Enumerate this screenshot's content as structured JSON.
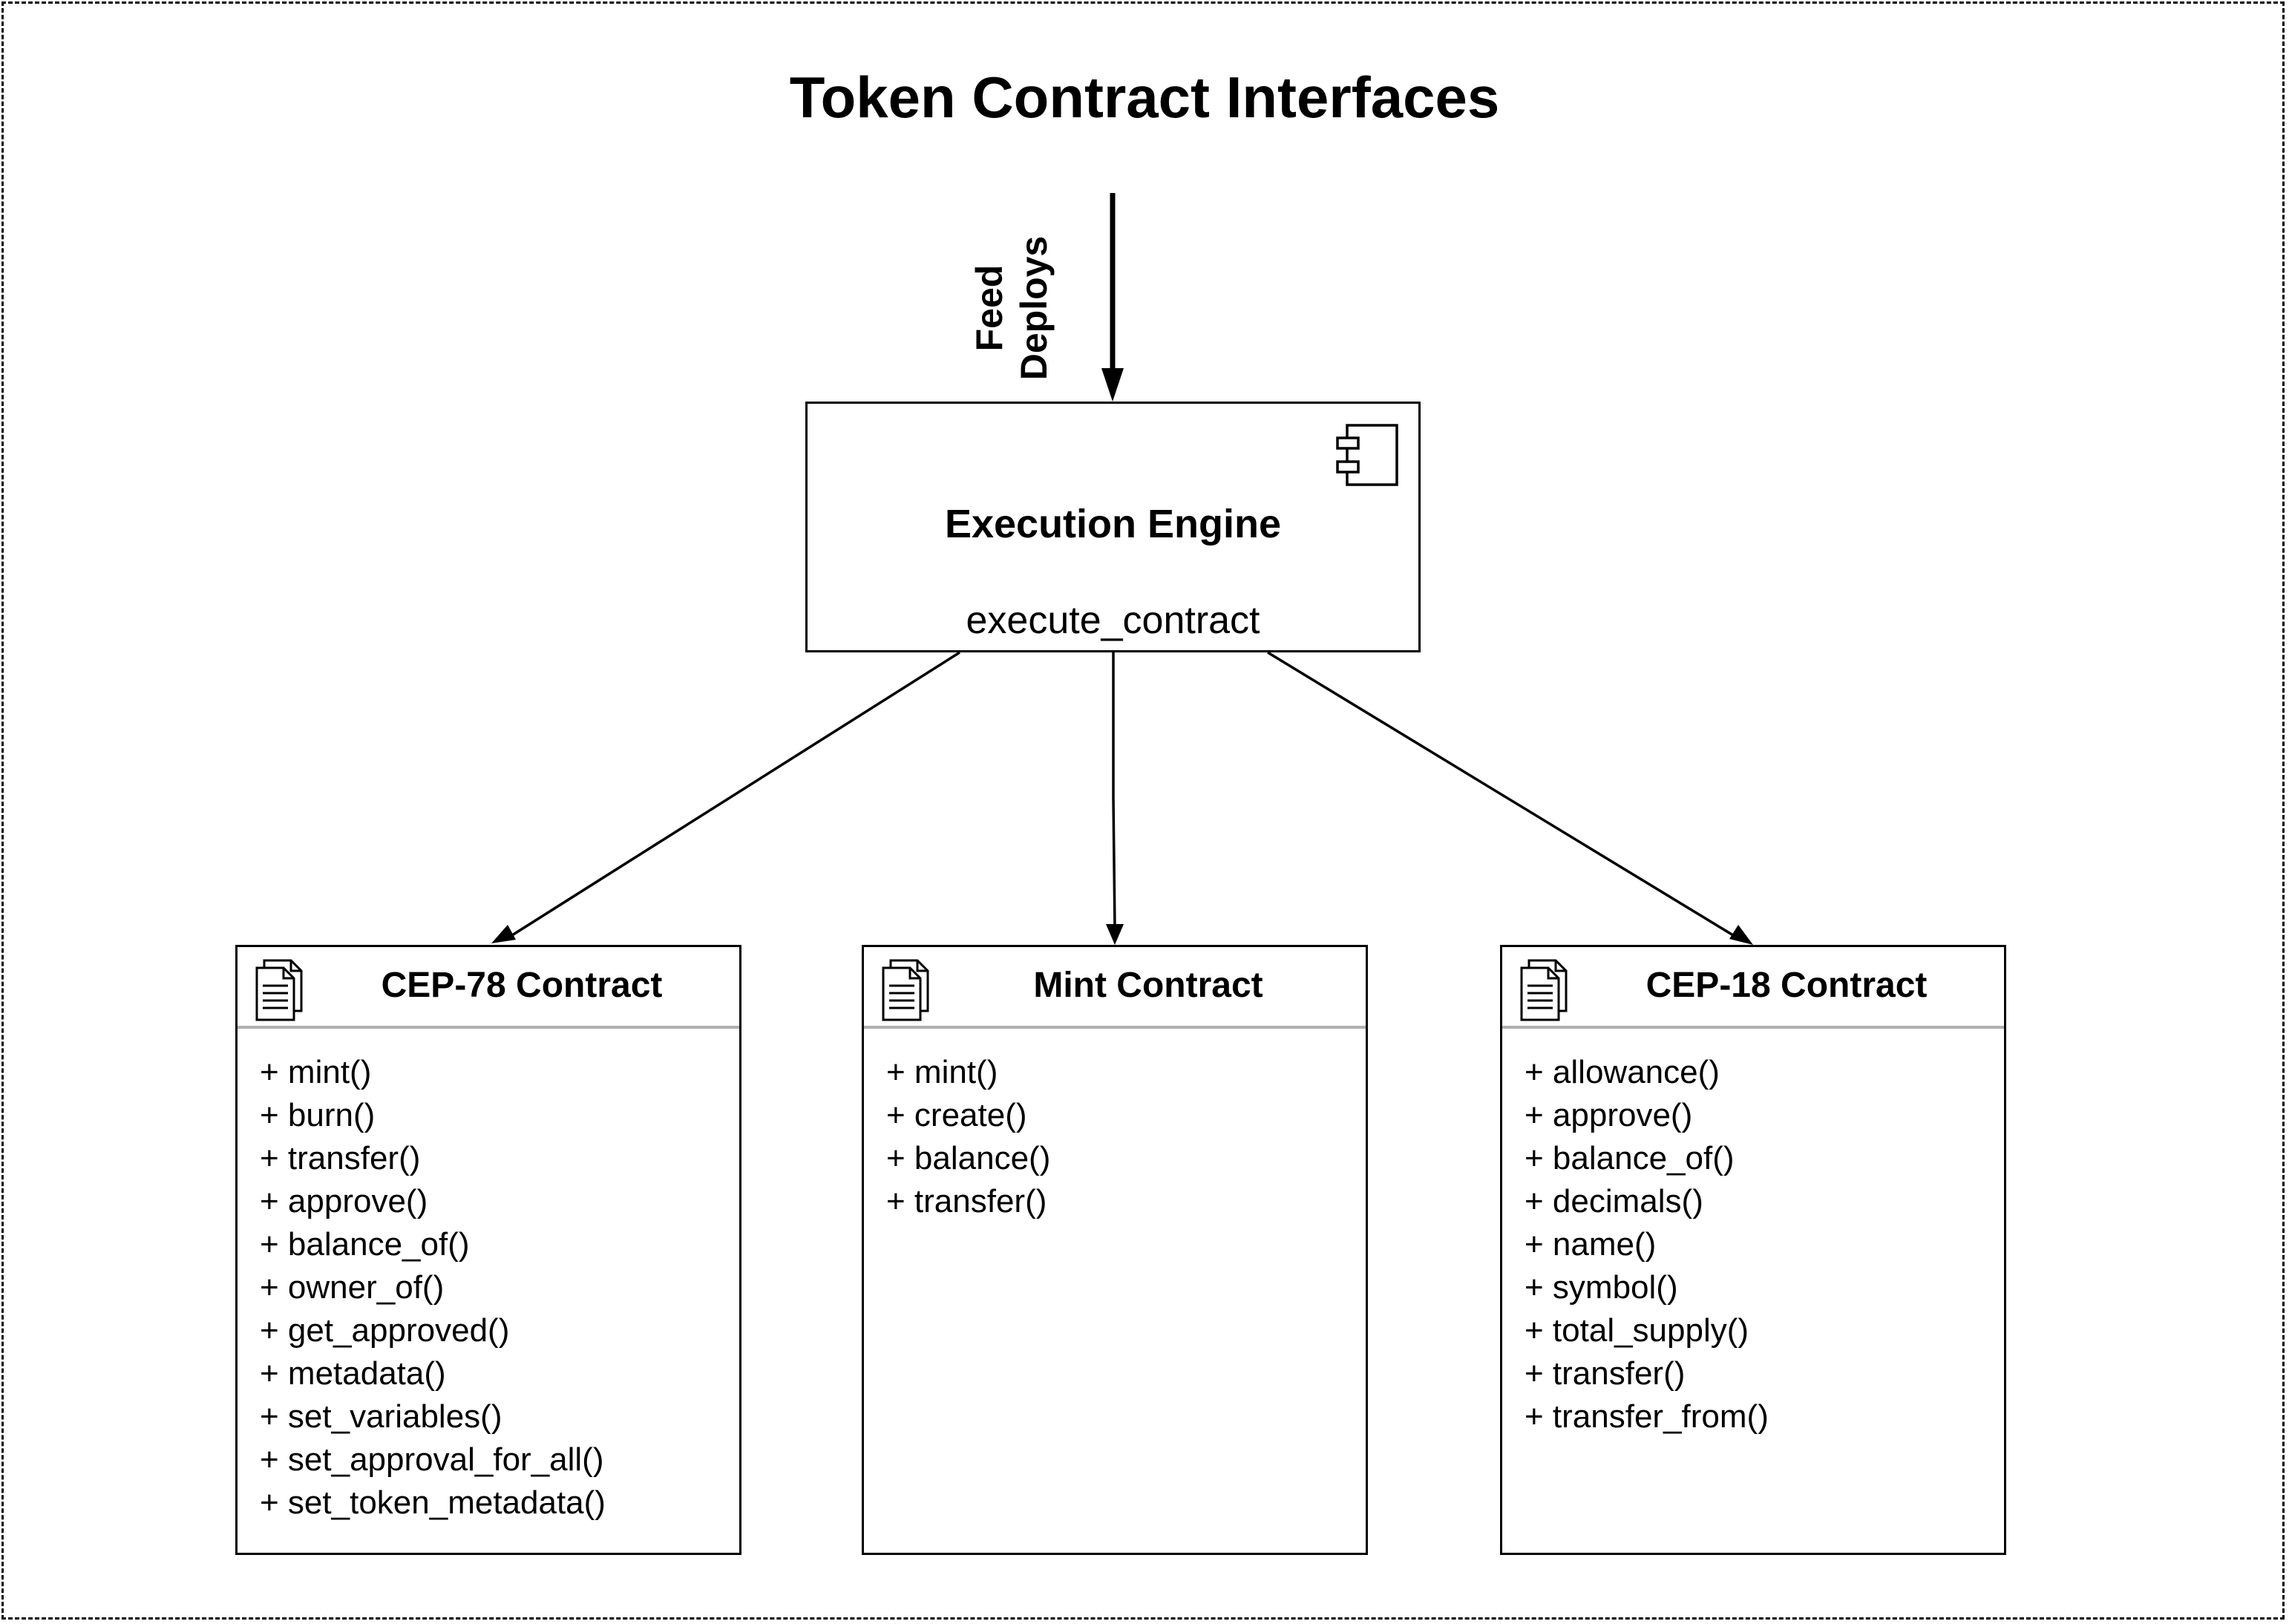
{
  "title": "Token Contract Interfaces",
  "input_arrow": {
    "label_lines": [
      "Feed",
      "Deploys"
    ]
  },
  "engine": {
    "name": "Execution Engine",
    "operation": "execute_contract",
    "icon": "component-icon"
  },
  "contracts": [
    {
      "name": "CEP-78 Contract",
      "icon": "document-icon",
      "operations": [
        "mint()",
        "burn()",
        "transfer()",
        "approve()",
        "balance_of()",
        "owner_of()",
        "get_approved()",
        "metadata()",
        "set_variables()",
        "set_approval_for_all()",
        "set_token_metadata()"
      ]
    },
    {
      "name": "Mint Contract",
      "icon": "document-icon",
      "operations": [
        "mint()",
        "create()",
        "balance()",
        "transfer()"
      ]
    },
    {
      "name": "CEP-18 Contract",
      "icon": "document-icon",
      "operations": [
        "allowance()",
        "approve()",
        "balance_of()",
        "decimals()",
        "name()",
        "symbol()",
        "total_supply()",
        "transfer()",
        "transfer_from()"
      ]
    }
  ]
}
